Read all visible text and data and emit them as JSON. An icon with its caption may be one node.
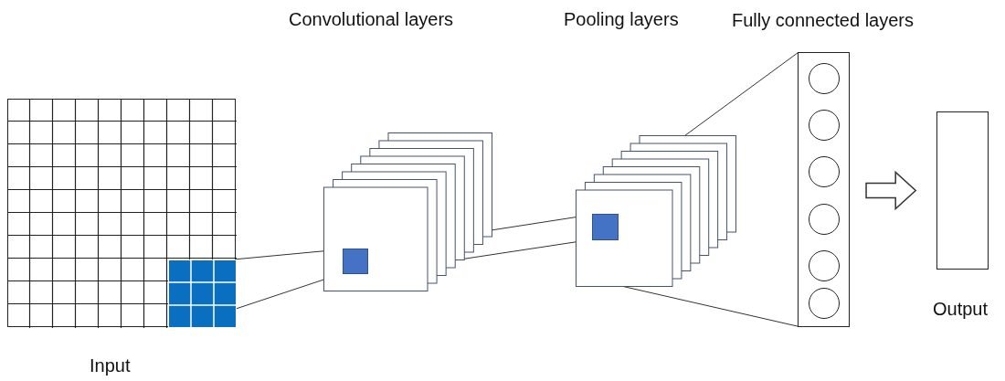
{
  "diagram": {
    "nodes": [
      {
        "text": [
          "Input"
        ]
      },
      {
        "text": [],
        "shape": "box",
        "in": 0
      },
      {
        "text": [
          "Convolutional layers"
        ]
      },
      {
        "text": [],
        "shape": "box",
        "in": 2
      },
      {
        "text": [
          "Pooling layers"
        ]
      },
      {
        "text": [],
        "shape": "box",
        "in": 4
      },
      {
        "text": [
          "Fully connected layers"
        ]
      },
      {
        "text": [],
        "shape": "circle",
        "in": 6
      },
      {
        "text": [],
        "shape": "circle",
        "in": 6
      },
      {
        "text": [],
        "shape": "circle",
        "in": 6
      },
      {
        "text": [],
        "shape": "circle",
        "in": 6
      },
      {
        "text": [],
        "shape": "circle",
        "in": 6
      },
      {
        "text": [],
        "shape": "circle",
        "in": 6
      },
      {
        "text": [
          "Output"
        ]
      }
    ],
    "edges": [
      {
        "from": 1,
        "to": 3,
        "arrow": "none"
      },
      {
        "from": 1,
        "to": 3,
        "arrow": "none"
      },
      {
        "from": 3,
        "to": 5,
        "arrow": "none"
      },
      {
        "from": 3,
        "to": 5,
        "arrow": "none"
      },
      {
        "from": 4,
        "to": 6,
        "arrow": "none"
      },
      {
        "from": 4,
        "to": 6,
        "arrow": "none"
      },
      {
        "from": 6,
        "to": 13,
        "arrow": "to"
      }
    ]
  }
}
